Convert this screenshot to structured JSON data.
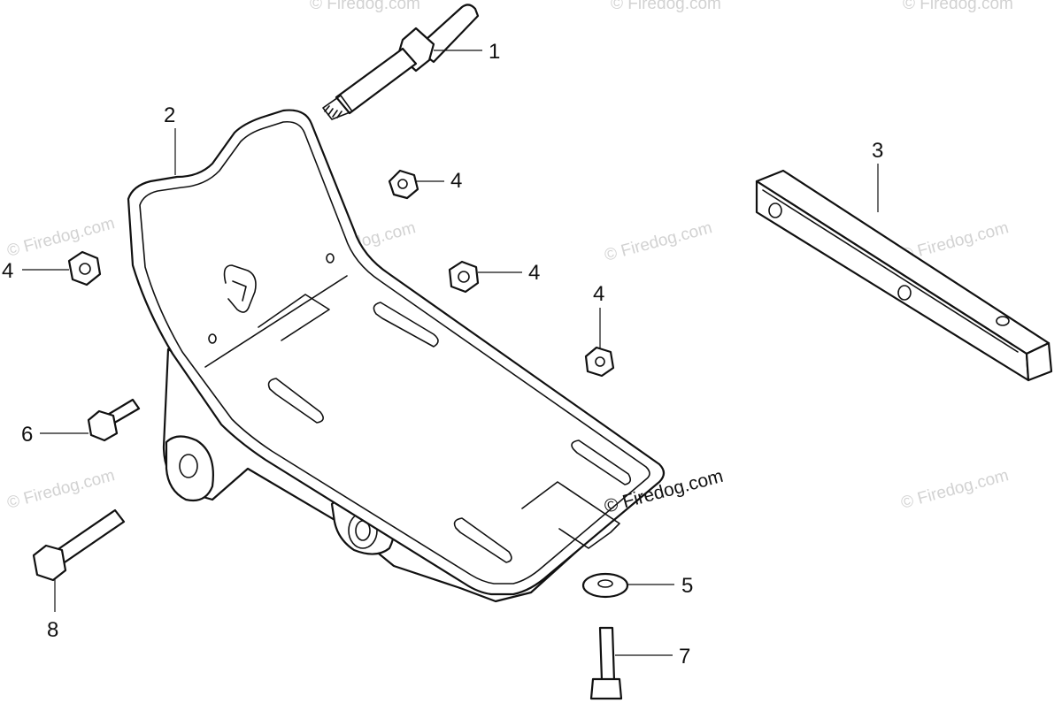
{
  "callouts": {
    "c1": "1",
    "c2": "2",
    "c3": "3",
    "c4a": "4",
    "c4b": "4",
    "c4c": "4",
    "c4d": "4",
    "c5": "5",
    "c6": "6",
    "c7": "7",
    "c8": "8"
  },
  "watermark": {
    "text": "© Firedog.com"
  },
  "colors": {
    "line": "#111111",
    "background": "#ffffff",
    "watermark": "#d2d2d2"
  }
}
